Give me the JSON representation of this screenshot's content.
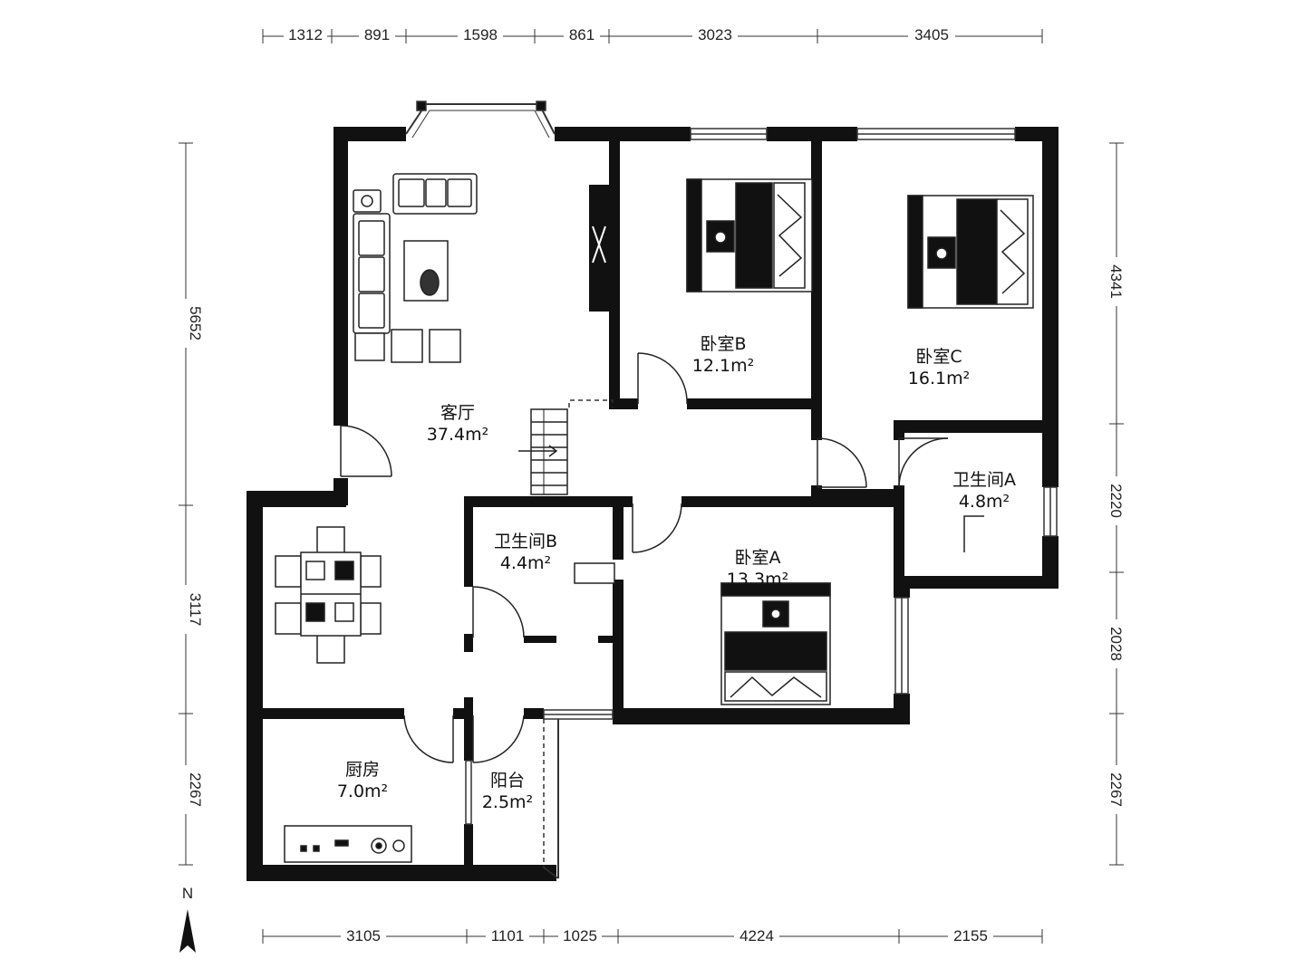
{
  "dimensions": {
    "top": [
      "1312",
      "891",
      "1598",
      "861",
      "3023",
      "3405"
    ],
    "bottom": [
      "3105",
      "1101",
      "1025",
      "4224",
      "2155"
    ],
    "left": [
      "5652",
      "3117",
      "2267"
    ],
    "right": [
      "4341",
      "2220",
      "2028",
      "2267"
    ]
  },
  "rooms": {
    "living": {
      "name": "客厅",
      "area": "37.4m²"
    },
    "bedroom_b": {
      "name": "卧室B",
      "area": "12.1m²"
    },
    "bedroom_c": {
      "name": "卧室C",
      "area": "16.1m²"
    },
    "bathroom_a": {
      "name": "卫生间A",
      "area": "4.8m²"
    },
    "bathroom_b": {
      "name": "卫生间B",
      "area": "4.4m²"
    },
    "bedroom_a": {
      "name": "卧室A",
      "area": "13.3m²"
    },
    "kitchen": {
      "name": "厨房",
      "area": "7.0m²"
    },
    "balcony": {
      "name": "阳台",
      "area": "2.5m²"
    }
  },
  "compass": {
    "label": "N"
  },
  "colors": {
    "wall": "#111111",
    "dim": "#333333",
    "background": "#ffffff"
  }
}
